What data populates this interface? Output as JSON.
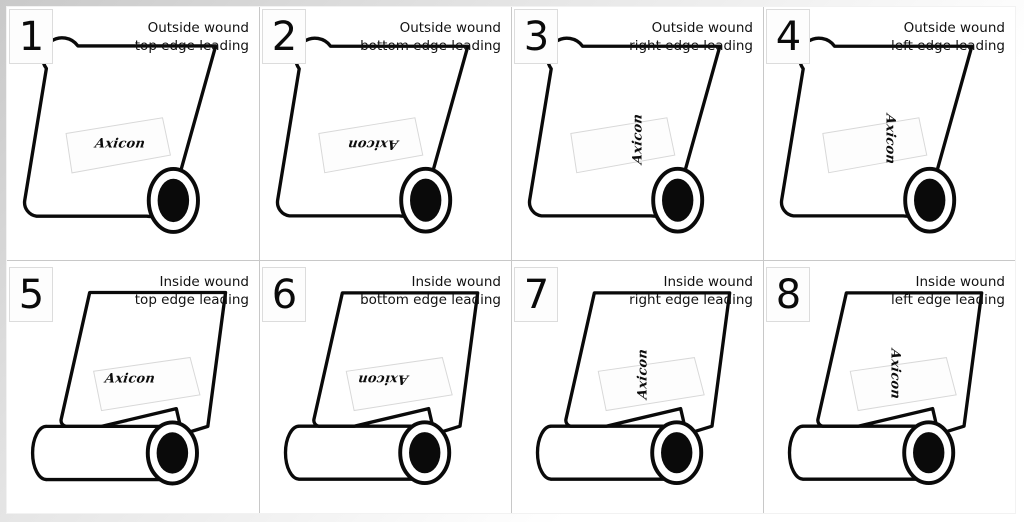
{
  "figure": {
    "title_implicit": "Label roll winding orientation chart",
    "label_text": "Axicon",
    "colors": {
      "ink": "#0a0a0a",
      "paper": "#ffffff",
      "grid_line": "#c8c8c8",
      "badge_border": "#dcdcdc",
      "label_outline": "#d8d8d8",
      "frame_shadow": "#c9c9c9"
    }
  },
  "grid": {
    "columns": 4,
    "rows": 2,
    "total_cells": 8
  },
  "cells": [
    {
      "number": "1",
      "caption": "Outside wound\ntop edge leading",
      "winding": "outside",
      "leading_edge": "top",
      "label_rotation_deg": 0,
      "label_text": "Axicon"
    },
    {
      "number": "2",
      "caption": "Outside wound\nbottom edge leading",
      "winding": "outside",
      "leading_edge": "bottom",
      "label_rotation_deg": 180,
      "label_text": "Axicon"
    },
    {
      "number": "3",
      "caption": "Outside wound\nright edge leading",
      "winding": "outside",
      "leading_edge": "right",
      "label_rotation_deg": -90,
      "label_text": "Axicon"
    },
    {
      "number": "4",
      "caption": "Outside wound\nleft edge leading",
      "winding": "outside",
      "leading_edge": "left",
      "label_rotation_deg": 90,
      "label_text": "Axicon"
    },
    {
      "number": "5",
      "caption": "Inside  wound\ntop edge leading",
      "winding": "inside",
      "leading_edge": "top",
      "label_rotation_deg": 0,
      "label_text": "Axicon"
    },
    {
      "number": "6",
      "caption": "Inside wound\nbottom edge leading",
      "winding": "inside",
      "leading_edge": "bottom",
      "label_rotation_deg": 180,
      "label_text": "Axicon"
    },
    {
      "number": "7",
      "caption": "Inside wound\nright edge leading",
      "winding": "inside",
      "leading_edge": "right",
      "label_rotation_deg": -90,
      "label_text": "Axicon"
    },
    {
      "number": "8",
      "caption": "Inside wound\nleft edge leading",
      "winding": "inside",
      "leading_edge": "left",
      "label_rotation_deg": 90,
      "label_text": "Axicon"
    }
  ]
}
